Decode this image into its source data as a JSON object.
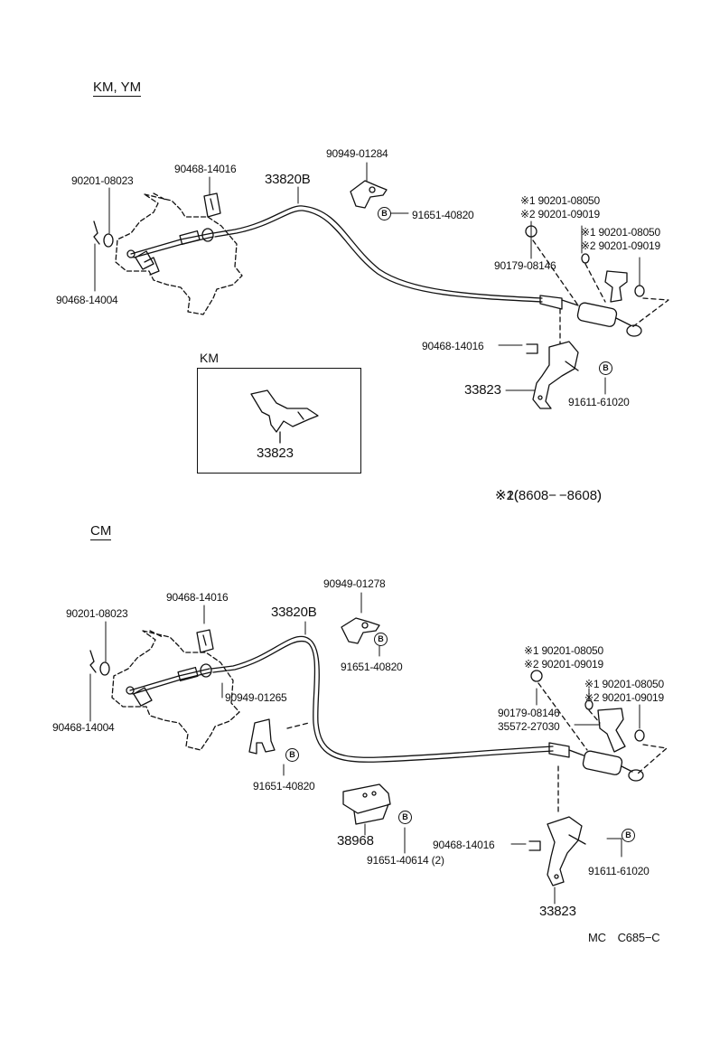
{
  "sections": {
    "top_header": "KM, YM",
    "inset_header": "KM",
    "bottom_header": "CM"
  },
  "top": {
    "p_90201_08023": "90201-08023",
    "p_90468_14016": "90468-14016",
    "p_33820b": "33820B",
    "p_90949_01284": "90949-01284",
    "p_91651_40820": "91651-40820",
    "p_s1_90201_08050": "※1 90201-08050",
    "p_s2_90201_09019": "※2 90201-09019",
    "p_90179_08146": "90179-08146",
    "p_s1_90201_08050_b": "※1 90201-08050",
    "p_s2_90201_09019_b": "※2 90201-09019",
    "p_90468_14004": "90468-14004",
    "p_90468_14016_b": "90468-14016",
    "p_33823": "33823",
    "p_91611_61020": "91611-61020",
    "inset_33823": "33823"
  },
  "notes": {
    "n1": "※1(　　　−8608)",
    "n2": "※2(8608−　　　)"
  },
  "bottom": {
    "p_90201_08023": "90201-08023",
    "p_90468_14016": "90468-14016",
    "p_33820b": "33820B",
    "p_90949_01278": "90949-01278",
    "p_91651_40820": "91651-40820",
    "p_90949_01265": "90949-01265",
    "p_91651_40820_b": "91651-40820",
    "p_90468_14004": "90468-14004",
    "p_38968": "38968",
    "p_91651_40614": "91651-40614 (2)",
    "p_s1_90201_08050": "※1 90201-08050",
    "p_s2_90201_09019": "※2 90201-09019",
    "p_90179_08146": "90179-08146",
    "p_35572_27030": "35572-27030",
    "p_s1_90201_08050_b": "※1 90201-08050",
    "p_s2_90201_09019_b": "※2 90201-09019",
    "p_90468_14016_b": "90468-14016",
    "p_91611_61020": "91611-61020",
    "p_33823": "33823"
  },
  "bolt_mark": "B",
  "footer_code": "MC　C685−C"
}
